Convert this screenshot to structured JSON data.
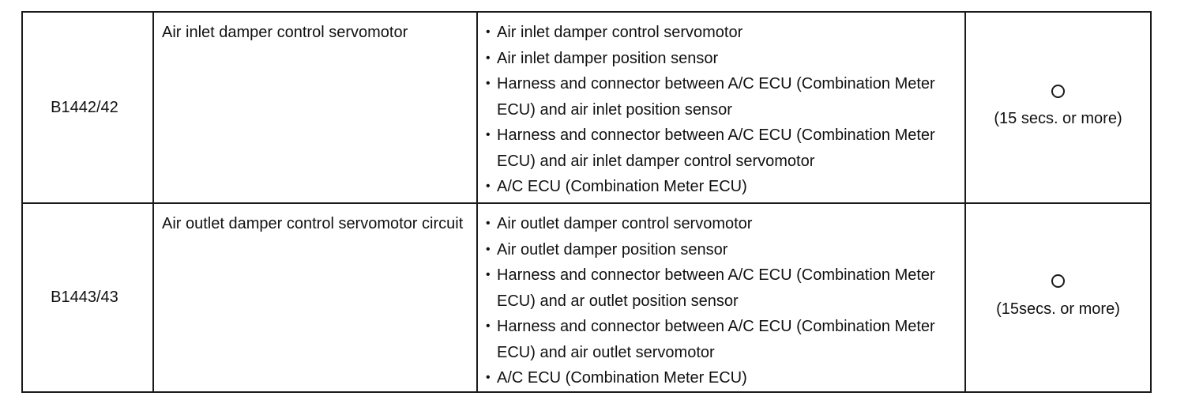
{
  "rows": [
    {
      "code": "B1442/42",
      "name": "Air inlet damper control servomotor",
      "parts": [
        "Air inlet damper control servomotor",
        "Air inlet damper position sensor",
        "Harness and connector between A/C ECU (Combination Meter ECU) and air inlet position sensor",
        "Harness and connector between A/C ECU (Combination Meter ECU) and air inlet damper control servomotor",
        "A/C ECU (Combination Meter ECU)"
      ],
      "check_mark": "circle",
      "check_text": "(15 secs. or more)"
    },
    {
      "code": "B1443/43",
      "name": "Air outlet damper control servomotor circuit",
      "parts": [
        "Air outlet damper control servomotor",
        "Air outlet damper position sensor",
        "Harness and connector between A/C ECU (Combination Meter ECU) and ar outlet position sensor",
        "Harness and connector between A/C ECU (Combination Meter ECU) and air outlet servomotor",
        "A/C ECU (Combination Meter ECU)"
      ],
      "check_mark": "circle",
      "check_text": "(15secs. or more)"
    }
  ]
}
